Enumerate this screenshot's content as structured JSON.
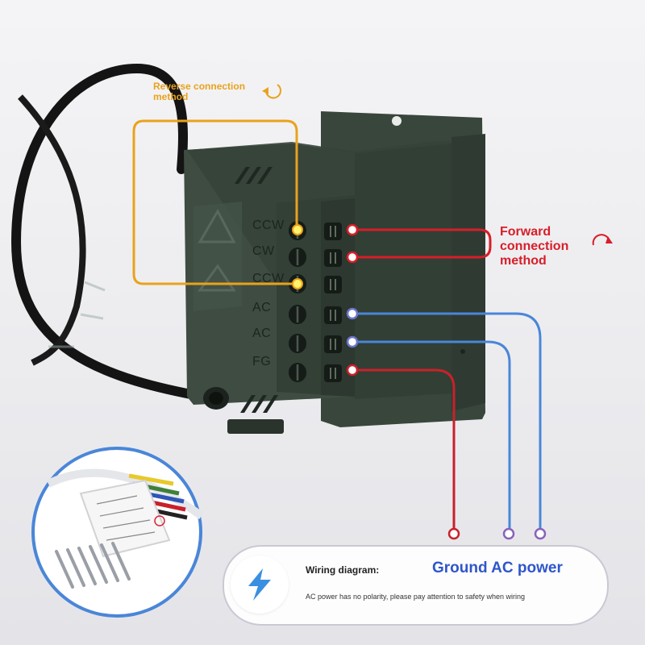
{
  "labels": {
    "reverse": "Reverse connection method",
    "forward": "Forward connection method"
  },
  "terminals": [
    "CCW",
    "CW",
    "CCW",
    "AC",
    "AC",
    "FG"
  ],
  "info": {
    "wiring_title": "Wiring diagram:",
    "power": "Ground AC power",
    "note": "AC power has no polarity, please pay attention to safety when wiring"
  },
  "colors": {
    "reverse": "#e9a21c",
    "forward": "#d81e28",
    "ac": "#4a86d8",
    "fg": "#c8212a",
    "housing": "#3b4a3f"
  },
  "icons": [
    "rotate-ccw-icon",
    "rotate-cw-icon",
    "lightning-bolt-icon"
  ]
}
